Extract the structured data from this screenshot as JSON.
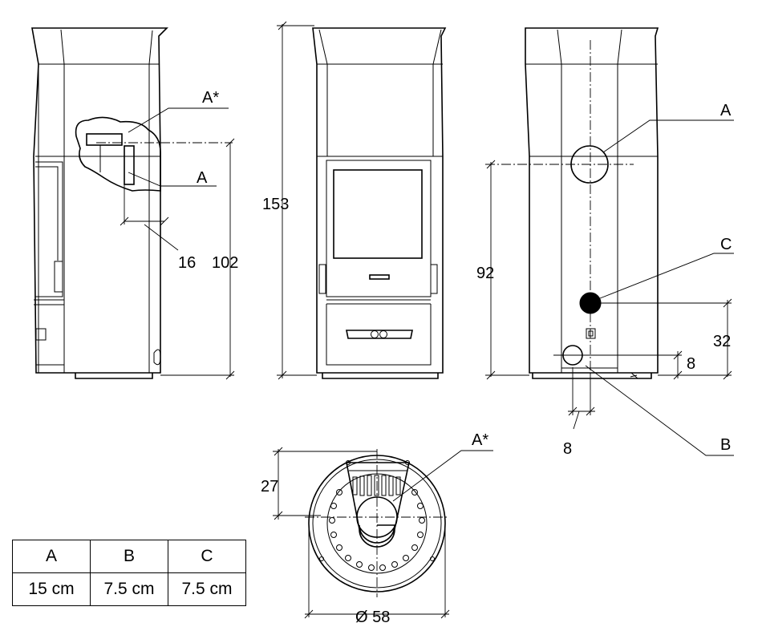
{
  "labels": {
    "side_a_star": "A*",
    "side_a": "A",
    "dim_16": "16",
    "dim_102": "102",
    "dim_153": "153",
    "back_a": "A",
    "back_c": "C",
    "dim_92": "92",
    "dim_32": "32",
    "dim_8_right": "8",
    "dim_8_bottom": "8",
    "back_b": "B",
    "top_a_star": "A*",
    "dim_27": "27",
    "dim_diameter": "Ø 58"
  },
  "table": {
    "headers": [
      "A",
      "B",
      "C"
    ],
    "values": [
      "15 cm",
      "7.5 cm",
      "7.5 cm"
    ]
  }
}
